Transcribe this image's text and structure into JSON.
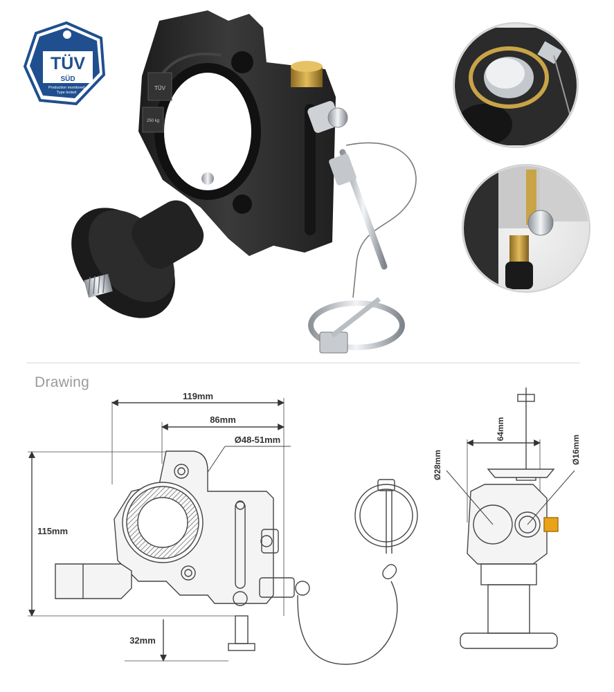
{
  "badge": {
    "brand": "TÜV",
    "subbrand": "SÜD",
    "line1": "Production monitored",
    "line2": "Type tested",
    "color": "#1f4f8f"
  },
  "clamp_marking": {
    "load": "250 kg",
    "model": "TÜV"
  },
  "drawing": {
    "heading": "Drawing",
    "dimensions": {
      "width_total": "119mm",
      "width_inner": "86mm",
      "tube_diameter": "Ø48-51mm",
      "height": "115mm",
      "spigot": "32mm",
      "side_width": "64mm",
      "side_tube": "Ø28mm",
      "side_hole": "Ø16mm"
    }
  },
  "colors": {
    "clamp_body": "#2b2b2b",
    "brass": "#c79a3a",
    "line": "#555555",
    "accent": "#e8a317"
  },
  "icons": [
    "tuv-sud-badge",
    "clamp-photo",
    "safety-pin-detail",
    "spring-pin-detail",
    "technical-drawing"
  ]
}
